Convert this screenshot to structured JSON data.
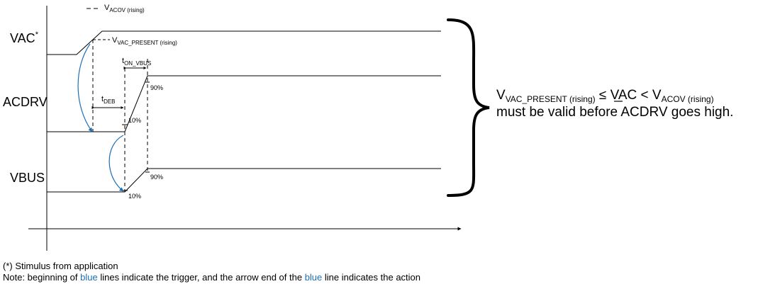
{
  "signals": {
    "vac": "VAC",
    "vac_mark": "*",
    "acdrv": "ACDRV",
    "vbus": "VBUS"
  },
  "thresholds": {
    "acov_main": "V",
    "acov_sub": "ACOV (rising)",
    "present_main": "V",
    "present_sub": "VAC_PRESENT (rising)"
  },
  "timing": {
    "ton_main": "t",
    "ton_sub": "ON_VBUS",
    "tdeb_main": "t",
    "tdeb_sub": "DEB"
  },
  "percent": {
    "acdrv_90": "90%",
    "acdrv_10": "10%",
    "vbus_90": "90%",
    "vbus_10": "10%"
  },
  "condition": {
    "v1_main": "V",
    "v1_sub": "VAC_PRESENT (rising)",
    "op1": " ≤ VAC < ",
    "v2_main": "V",
    "v2_sub": "ACOV (rising)",
    "line2": "must be valid before ACDRV goes high."
  },
  "notes": {
    "stimulus": "(*) Stimulus from application",
    "note_prefix": "Note: beginning of ",
    "blue_word_1": "blue",
    "note_mid": " lines indicate the trigger, and the arrow end of the ",
    "blue_word_2": "blue",
    "note_suffix": " line indicates the action"
  },
  "colors": {
    "trigger_arrow": "#1f6fb5",
    "line": "#000000"
  }
}
